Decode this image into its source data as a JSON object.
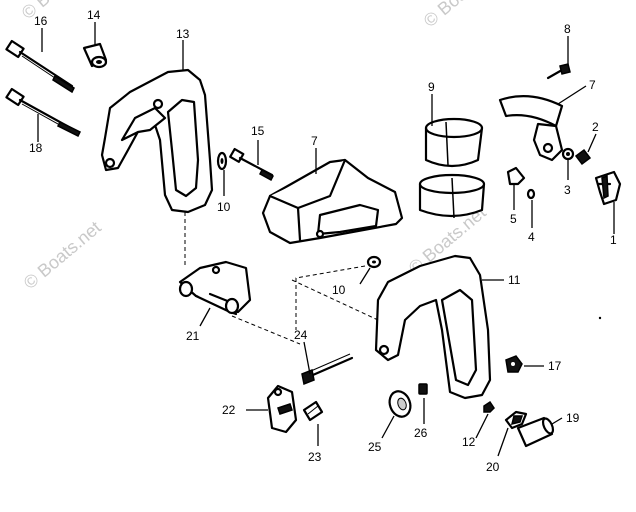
{
  "watermark": {
    "text": "© Boats.net"
  },
  "callouts": [
    {
      "id": "1",
      "label": "1"
    },
    {
      "id": "2",
      "label": "2"
    },
    {
      "id": "3",
      "label": "3"
    },
    {
      "id": "4",
      "label": "4"
    },
    {
      "id": "5",
      "label": "5"
    },
    {
      "id": "7a",
      "label": "7"
    },
    {
      "id": "7b",
      "label": "7"
    },
    {
      "id": "8",
      "label": "8"
    },
    {
      "id": "9",
      "label": "9"
    },
    {
      "id": "10a",
      "label": "10"
    },
    {
      "id": "10b",
      "label": "10"
    },
    {
      "id": "11",
      "label": "11"
    },
    {
      "id": "12",
      "label": "12"
    },
    {
      "id": "13",
      "label": "13"
    },
    {
      "id": "14",
      "label": "14"
    },
    {
      "id": "15",
      "label": "15"
    },
    {
      "id": "16",
      "label": "16"
    },
    {
      "id": "17",
      "label": "17"
    },
    {
      "id": "18",
      "label": "18"
    },
    {
      "id": "19",
      "label": "19"
    },
    {
      "id": "20",
      "label": "20"
    },
    {
      "id": "21",
      "label": "21"
    },
    {
      "id": "22",
      "label": "22"
    },
    {
      "id": "23",
      "label": "23"
    },
    {
      "id": "24",
      "label": "24"
    },
    {
      "id": "25",
      "label": "25"
    },
    {
      "id": "26",
      "label": "26"
    }
  ]
}
